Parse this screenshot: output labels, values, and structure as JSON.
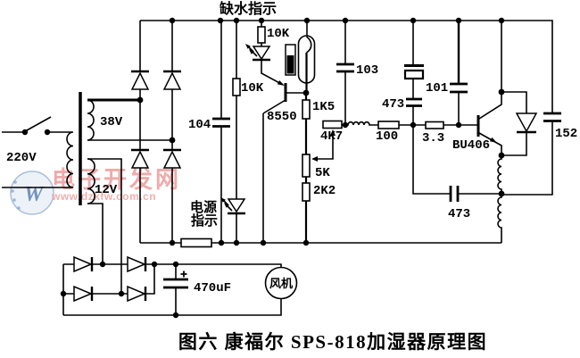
{
  "schematic": {
    "indicators": {
      "water_low": "缺水指示",
      "power_line1": "电源",
      "power_line2": "指示"
    },
    "power": {
      "mains": "220V",
      "winding_38v": "38V",
      "winding_12v": "12V"
    },
    "resistors": {
      "r_water_led": "10K",
      "r_base": "10K",
      "r_emitter": "1K5",
      "pot_main": "4K7",
      "pot_fine": "5K",
      "r_lower": "2K2",
      "r_feedback": "100",
      "r_drive": "3.3"
    },
    "capacitors": {
      "c_filter": "104",
      "c_103": "103",
      "c_473_osc": "473",
      "c_101": "101",
      "c_152": "152",
      "c_473_fb": "473",
      "c_main_filter": "470uF"
    },
    "semiconductors": {
      "q1": "8550",
      "q2": "BU406"
    },
    "fan_label": "风机",
    "caption": "图六  康福尔 SPS-818加湿器原理图"
  },
  "watermark": {
    "site_name": "电子开发网",
    "site_url": "www.dzkfw.com.cn",
    "logo_letter": "W"
  },
  "colors": {
    "line": "#000000",
    "background": "#ffffff",
    "watermark_red": "#e25757",
    "watermark_pink": "#f09a9a",
    "watermark_blue": "#4a74aa"
  }
}
